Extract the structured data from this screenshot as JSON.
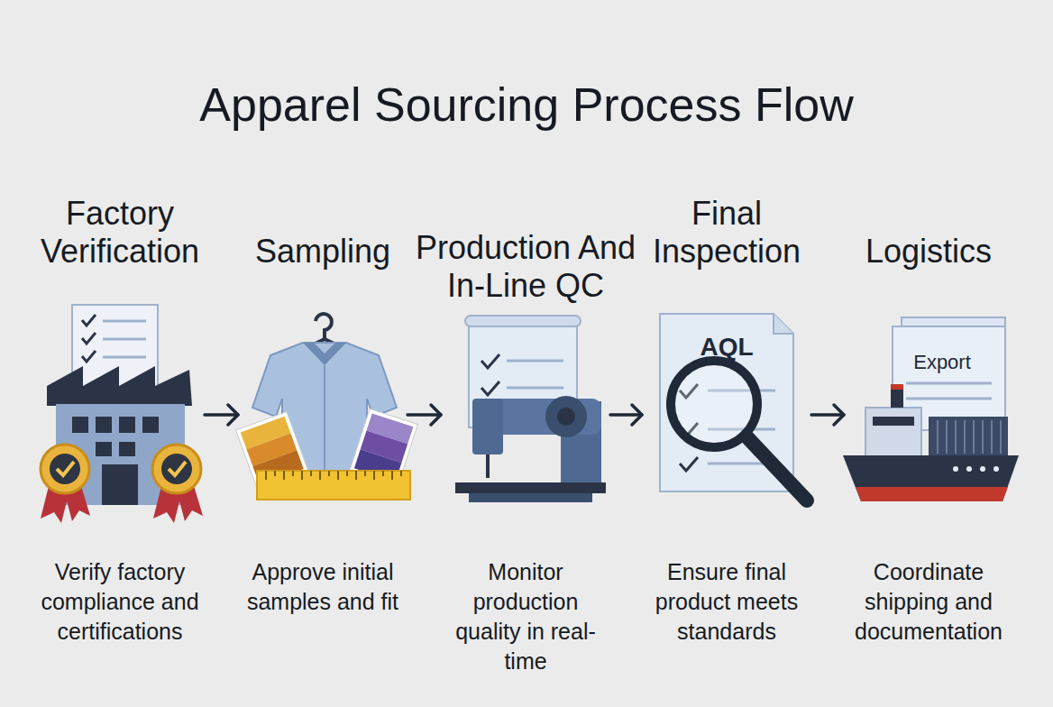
{
  "diagram": {
    "title": "Apparel Sourcing Process Flow",
    "nodes": [
      {
        "text": [
          "Factory Verification",
          "Verify factory compliance and certifications"
        ]
      },
      {
        "text": [
          "Sampling",
          "Approve initial samples and fit"
        ]
      },
      {
        "text": [
          "Production And In-Line QC",
          "Monitor production quality in real-time"
        ]
      },
      {
        "text": [
          "Final Inspection",
          "Ensure final product meets standards"
        ]
      },
      {
        "text": [
          "Logistics",
          "Coordinate shipping and documentation"
        ]
      }
    ],
    "edges": [
      {
        "from": 0,
        "to": 1,
        "arrow": "to"
      },
      {
        "from": 1,
        "to": 2,
        "arrow": "to"
      },
      {
        "from": 2,
        "to": 3,
        "arrow": "to"
      },
      {
        "from": 3,
        "to": 4,
        "arrow": "to"
      }
    ],
    "labels": [
      "AQL",
      "Export"
    ]
  }
}
